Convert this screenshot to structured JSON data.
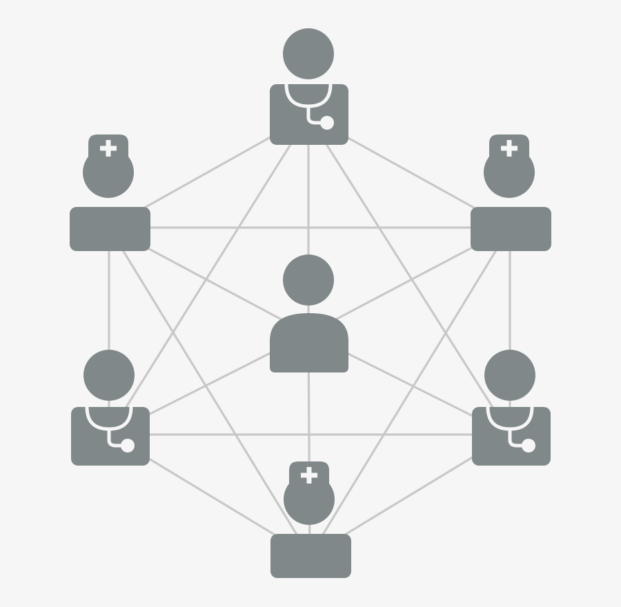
{
  "colors": {
    "background": "#f6f6f6",
    "figure": "#808889",
    "connector": "#c8c8c8",
    "cutout": "#f6f6f6"
  },
  "nodes": [
    {
      "id": "center",
      "role": "person",
      "icon": "person-icon"
    },
    {
      "id": "top",
      "role": "doctor",
      "icon": "doctor-icon"
    },
    {
      "id": "upper-left",
      "role": "nurse",
      "icon": "nurse-icon"
    },
    {
      "id": "upper-right",
      "role": "nurse",
      "icon": "nurse-icon"
    },
    {
      "id": "lower-left",
      "role": "doctor",
      "icon": "doctor-icon"
    },
    {
      "id": "lower-right",
      "role": "doctor",
      "icon": "doctor-icon"
    },
    {
      "id": "bottom",
      "role": "nurse",
      "icon": "nurse-icon"
    }
  ],
  "edges": [
    [
      "top",
      "upper-left"
    ],
    [
      "top",
      "upper-right"
    ],
    [
      "top",
      "center"
    ],
    [
      "top",
      "lower-left"
    ],
    [
      "top",
      "lower-right"
    ],
    [
      "upper-left",
      "upper-right"
    ],
    [
      "upper-left",
      "center"
    ],
    [
      "upper-left",
      "lower-left"
    ],
    [
      "upper-left",
      "bottom"
    ],
    [
      "upper-right",
      "center"
    ],
    [
      "upper-right",
      "lower-right"
    ],
    [
      "upper-right",
      "bottom"
    ],
    [
      "center",
      "lower-left"
    ],
    [
      "center",
      "lower-right"
    ],
    [
      "center",
      "bottom"
    ],
    [
      "lower-left",
      "lower-right"
    ],
    [
      "lower-left",
      "bottom"
    ],
    [
      "lower-right",
      "bottom"
    ]
  ]
}
